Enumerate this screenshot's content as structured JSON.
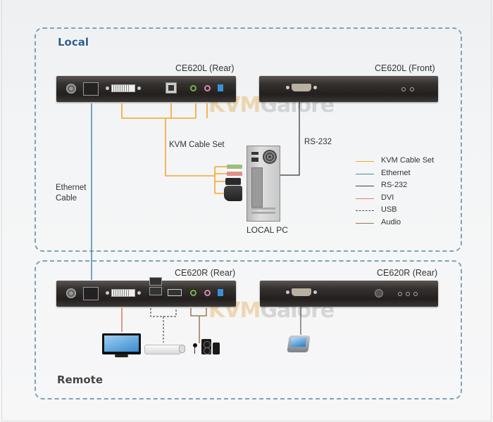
{
  "zones": {
    "local": {
      "label": "Local"
    },
    "remote": {
      "label": "Remote"
    }
  },
  "devices": {
    "local_rear": {
      "label": "CE620L (Rear)"
    },
    "local_front": {
      "label": "CE620L (Front)"
    },
    "remote_rear": {
      "label": "CE620R (Rear)"
    },
    "remote_rear_2": {
      "label": "CE620R (Rear)"
    }
  },
  "annotations": {
    "kvm_cable_set": "KVM Cable Set",
    "rs232": "RS-232",
    "local_pc": "LOCAL PC",
    "ethernet_cable_line1": "Ethernet",
    "ethernet_cable_line2": "Cable"
  },
  "watermark": {
    "part1": "KVM",
    "part2": "Galore"
  },
  "legend": [
    {
      "label": "KVM Cable Set",
      "color": "#f0a830",
      "style": "solid"
    },
    {
      "label": "Ethernet",
      "color": "#4a86b0",
      "style": "solid"
    },
    {
      "label": "RS-232",
      "color": "#444444",
      "style": "solid"
    },
    {
      "label": "DVI",
      "color": "#d9826a",
      "style": "solid"
    },
    {
      "label": "USB",
      "color": "#555555",
      "style": "dashed"
    },
    {
      "label": "Audio",
      "color": "#9a7a50",
      "style": "solid"
    }
  ]
}
